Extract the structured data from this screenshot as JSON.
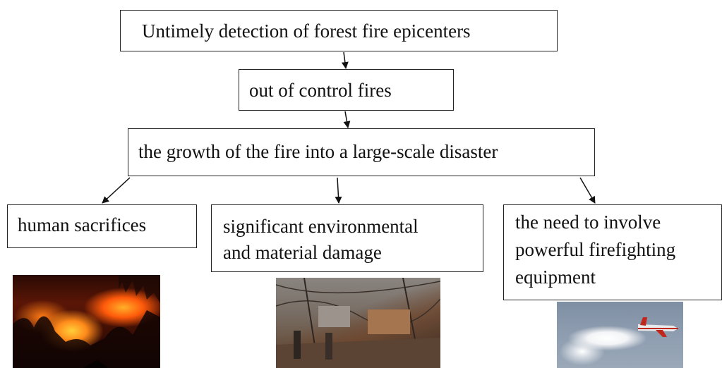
{
  "diagram": {
    "nodes": {
      "top": "Untimely detection of forest fire epicenters",
      "out_of_control": "out of control fires",
      "growth": "the growth of the fire into a large-scale disaster",
      "human": "human sacrifices",
      "environment_line1": "significant environmental",
      "environment_line2": "and material damage",
      "need_line1": "the need to involve",
      "need_line2": "powerful firefighting",
      "need_line3": "equipment"
    },
    "edges": [
      [
        "top",
        "out_of_control"
      ],
      [
        "out_of_control",
        "growth"
      ],
      [
        "growth",
        "human"
      ],
      [
        "growth",
        "environment"
      ],
      [
        "growth",
        "need"
      ]
    ]
  },
  "images": {
    "fire": "forest-fire-photo",
    "damage": "burned-houses-photo",
    "plane": "firefighting-aircraft-photo"
  }
}
